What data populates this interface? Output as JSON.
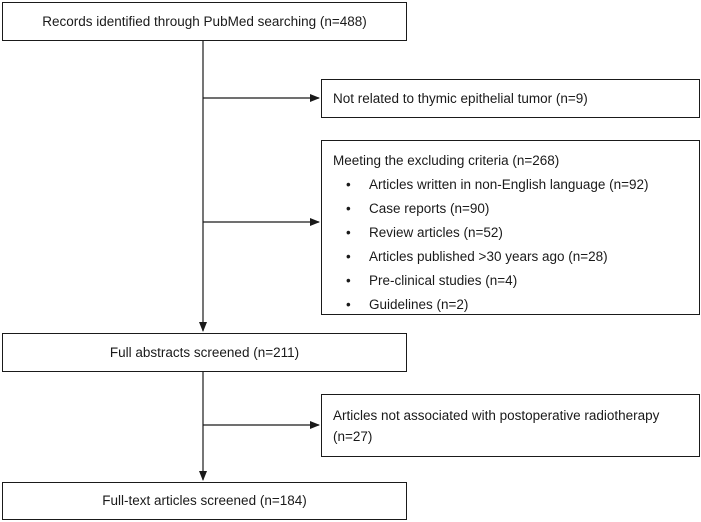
{
  "flowchart": {
    "records": "Records identified through PubMed searching (n=488)",
    "not_related": "Not related to thymic epithelial tumor (n=9)",
    "excluding": {
      "heading": "Meeting the excluding criteria (n=268)",
      "bullet": "•",
      "items": [
        "Articles written in non-English language (n=92)",
        "Case reports (n=90)",
        "Review articles (n=52)",
        "Articles published >30 years ago (n=28)",
        "Pre-clinical studies (n=4)",
        "Guidelines (n=2)"
      ]
    },
    "abstracts": "Full abstracts screened (n=211)",
    "not_associated": "Articles not associated with postoperative radiotherapy (n=27)",
    "fulltext": "Full-text articles screened (n=184)"
  }
}
